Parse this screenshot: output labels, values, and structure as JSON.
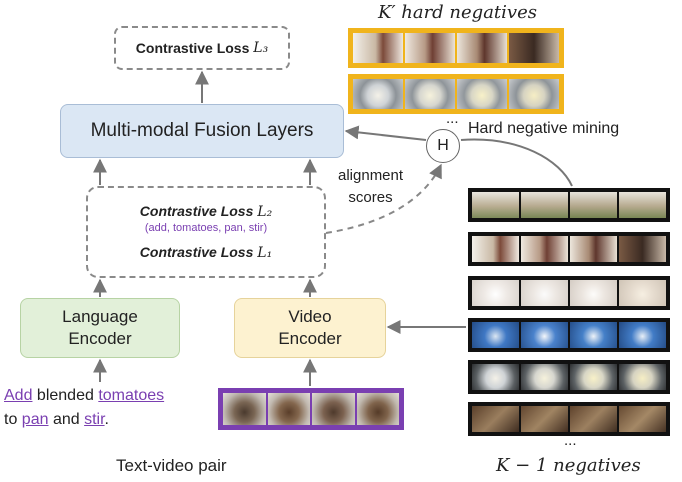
{
  "hard_negatives_title": "K′ hard negatives",
  "loss3": {
    "label": "Contrastive Loss",
    "subscript": "L₃"
  },
  "fusion_label": "Multi-modal Fusion Layers",
  "hard_negative_mining": "Hard negative mining",
  "h_node": "H",
  "alignment_scores": [
    "alignment",
    "scores"
  ],
  "loss2": {
    "label": "Contrastive Loss",
    "subscript": "L₂",
    "tokens": "(add, tomatoes, pan, stir)"
  },
  "loss1": {
    "label": "Contrastive Loss",
    "subscript": "L₁"
  },
  "language_encoder": [
    "Language",
    "Encoder"
  ],
  "video_encoder": [
    "Video",
    "Encoder"
  ],
  "text_query": {
    "w1": "Add",
    "w2": " blended ",
    "w3": "tomatoes",
    "w4": "to ",
    "w5": "pan",
    "w6": " and ",
    "w7": "stir",
    "w8": "."
  },
  "text_video_pair": "Text-video pair",
  "negatives_caption": "K − 1 negatives",
  "ellipsis_top": "...",
  "ellipsis_bottom": "...",
  "colors": {
    "hard_negative_border": "#f0b41c",
    "positive_border": "#7a3fb1",
    "fusion_fill": "#dbe7f4",
    "language_fill": "#e2f0d9",
    "video_fill": "#fdf2d0"
  }
}
